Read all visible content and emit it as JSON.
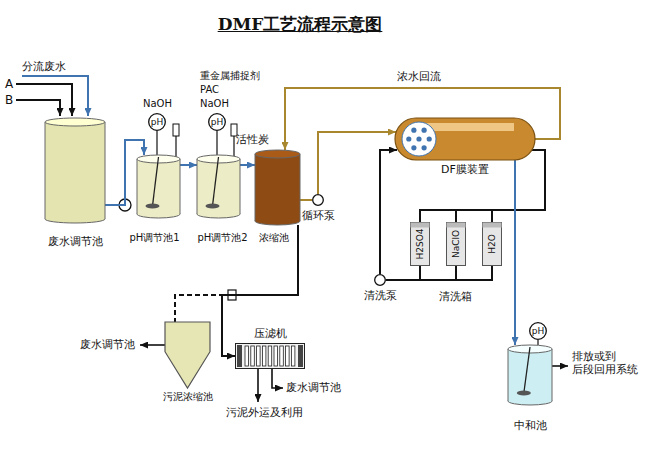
{
  "diagram": {
    "title": "DMF工艺流程示意图",
    "nodes": [
      {
        "text": [
          "废水调节池"
        ]
      },
      {
        "text": [
          "pH调节池1"
        ]
      },
      {
        "text": [
          "pH"
        ]
      },
      {
        "text": [
          "pH调节池2"
        ]
      },
      {
        "text": [
          "pH"
        ]
      },
      {
        "text": [
          "浓缩池"
        ]
      },
      {
        "text": [
          "循环泵"
        ]
      },
      {
        "text": [
          "DF膜装置"
        ]
      },
      {
        "text": [
          "H2SO4"
        ]
      },
      {
        "text": [
          "NaClO"
        ]
      },
      {
        "text": [
          "H2O"
        ]
      },
      {
        "text": [
          "清洗泵"
        ]
      },
      {
        "text": [
          "污泥浓缩池"
        ]
      },
      {
        "text": [
          "压滤机"
        ]
      },
      {
        "text": [
          "pH"
        ]
      },
      {
        "text": [
          "中和池"
        ]
      }
    ],
    "edges": [
      {
        "from": 0,
        "to": 1,
        "arrow": "to"
      },
      {
        "from": 1,
        "to": 3,
        "arrow": "to"
      },
      {
        "from": 3,
        "to": 5,
        "arrow": "to"
      },
      {
        "from": 5,
        "to": 6,
        "arrow": "none"
      },
      {
        "from": 6,
        "to": 7,
        "arrow": "to"
      },
      {
        "from": 7,
        "to": 5,
        "label": "浓水回流",
        "arrow": "to"
      },
      {
        "from": 7,
        "to": 8,
        "arrow": "none"
      },
      {
        "from": 7,
        "to": 9,
        "arrow": "none"
      },
      {
        "from": 7,
        "to": 10,
        "arrow": "none"
      },
      {
        "from": 8,
        "to": 11,
        "arrow": "none"
      },
      {
        "from": 9,
        "to": 11,
        "arrow": "none"
      },
      {
        "from": 10,
        "to": 11,
        "arrow": "none"
      },
      {
        "from": 11,
        "to": 7,
        "arrow": "to"
      },
      {
        "from": 7,
        "to": 15,
        "arrow": "to"
      },
      {
        "from": 5,
        "to": 12,
        "arrow": "none"
      },
      {
        "from": 5,
        "to": 13,
        "arrow": "to"
      },
      {
        "from": 2,
        "to": 1,
        "arrow": "none"
      },
      {
        "from": 4,
        "to": 3,
        "arrow": "none"
      },
      {
        "from": 14,
        "to": 15,
        "arrow": "none"
      }
    ],
    "labels": [
      "A",
      "B",
      "分流废水",
      "NaOH",
      "重金属捕捉剂",
      "PAC",
      "NaOH",
      "活性炭",
      "清洗箱",
      "废水调节池",
      "废水调节池",
      "污泥外运及利用",
      "排放或到 后段回用系统"
    ]
  }
}
